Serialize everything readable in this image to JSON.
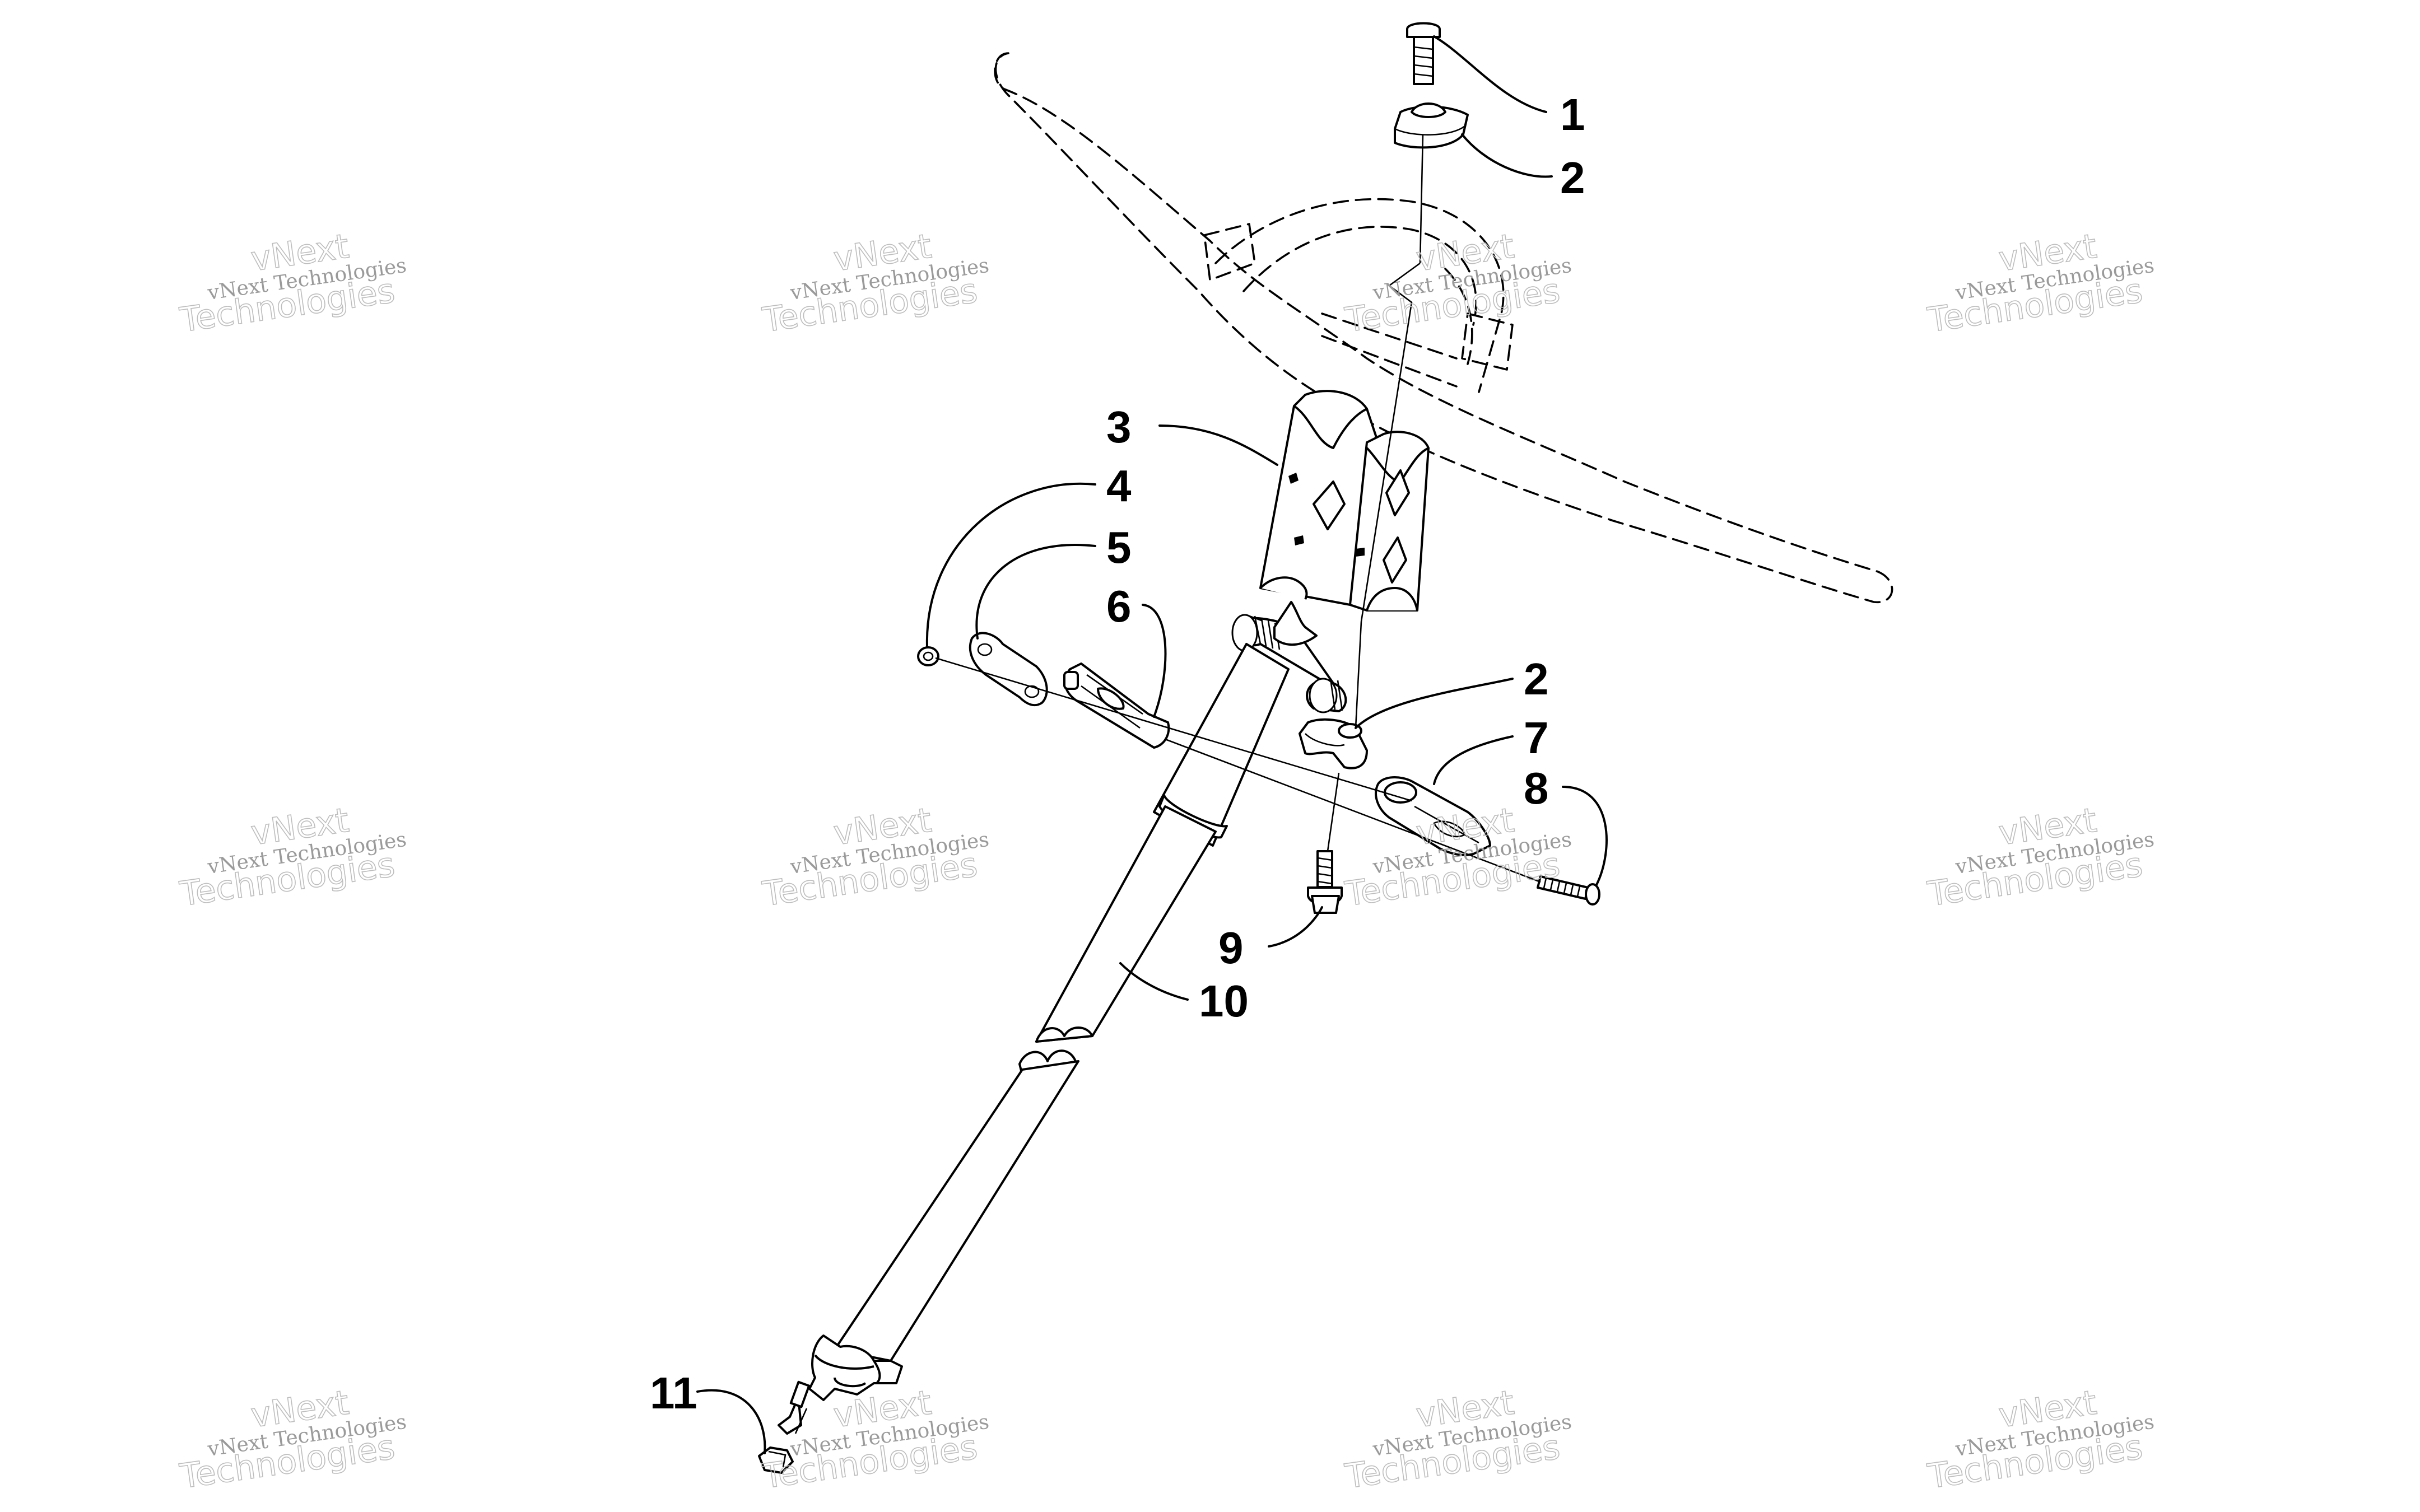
{
  "watermark": {
    "line1": "vNext Technologies",
    "line2": "vNext",
    "line3": "Technologies"
  },
  "callouts": {
    "c1": "1",
    "c2a": "2",
    "c2b": "2",
    "c3": "3",
    "c4": "4",
    "c5": "5",
    "c6": "6",
    "c7": "7",
    "c8": "8",
    "c9": "9",
    "c10": "10",
    "c11": "11"
  }
}
